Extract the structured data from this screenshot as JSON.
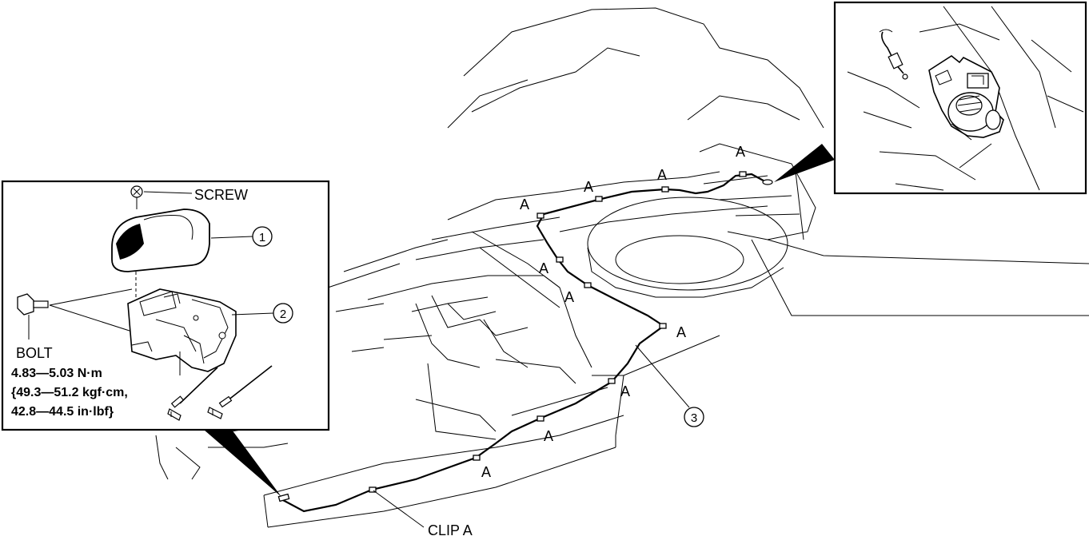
{
  "labels": {
    "screw": "SCREW",
    "bolt": "BOLT",
    "torque_nm": "4.83—5.03 N·m",
    "torque_kgf": "{49.3—51.2 kgf·cm,",
    "torque_inlbf": "42.8—44.5 in·lbf}",
    "clip_a": "CLIP A",
    "clip_marker": "A"
  },
  "callouts": {
    "part1": "1",
    "part2": "2",
    "part3": "3"
  }
}
